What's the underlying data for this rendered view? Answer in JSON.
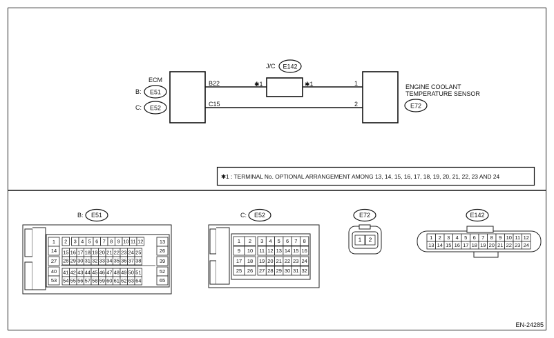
{
  "diagram": {
    "ecm": {
      "title": "ECM",
      "conn_b_prefix": "B:",
      "conn_b_id": "E51",
      "conn_c_prefix": "C:",
      "conn_c_id": "E52",
      "pin_top": "B22",
      "pin_bottom": "C15"
    },
    "jc": {
      "title": "J/C",
      "conn_id": "E142",
      "left_mark": "✱1",
      "right_mark": "✱1"
    },
    "sensor": {
      "title_line1": "ENGINE COOLANT",
      "title_line2": "TEMPERATURE SENSOR",
      "conn_id": "E72",
      "pin_top": "1",
      "pin_bottom": "2"
    },
    "note": "✱1 : TERMINAL No. OPTIONAL ARRANGEMENT AMONG 13, 14, 15, 16, 17, 18, 19, 20, 21, 22, 23 AND 24",
    "code": "EN-24285"
  },
  "connectors": {
    "e51": {
      "prefix": "B:",
      "id": "E51",
      "left": [
        "1",
        "14",
        "27",
        "40",
        "53"
      ],
      "right": [
        "13",
        "26",
        "39",
        "52",
        "65"
      ],
      "row1": [
        "2",
        "3",
        "4",
        "5",
        "6",
        "7",
        "8",
        "9",
        "10",
        "11",
        "12"
      ],
      "row2": [
        "15",
        "16",
        "17",
        "18",
        "19",
        "20",
        "21",
        "22",
        "23",
        "24",
        "25"
      ],
      "row3": [
        "28",
        "29",
        "30",
        "31",
        "32",
        "33",
        "34",
        "35",
        "36",
        "37",
        "38"
      ],
      "row4": [
        "41",
        "42",
        "43",
        "44",
        "45",
        "46",
        "47",
        "48",
        "49",
        "50",
        "51"
      ],
      "row5": [
        "54",
        "55",
        "56",
        "57",
        "58",
        "59",
        "60",
        "61",
        "62",
        "63",
        "64"
      ]
    },
    "e52": {
      "prefix": "C:",
      "id": "E52",
      "left": [
        [
          "1",
          "2"
        ],
        [
          "9",
          "10"
        ],
        [
          "17",
          "18"
        ],
        [
          "25",
          "26"
        ]
      ],
      "right": [
        [
          "3",
          "4",
          "5",
          "6",
          "7",
          "8"
        ],
        [
          "11",
          "12",
          "13",
          "14",
          "15",
          "16"
        ],
        [
          "19",
          "20",
          "21",
          "22",
          "23",
          "24"
        ],
        [
          "27",
          "28",
          "29",
          "30",
          "31",
          "32"
        ]
      ]
    },
    "e72": {
      "id": "E72",
      "pins": [
        "1",
        "2"
      ]
    },
    "e142": {
      "id": "E142",
      "row1": [
        "1",
        "2",
        "3",
        "4",
        "5",
        "6",
        "7",
        "8",
        "9",
        "10",
        "11",
        "12"
      ],
      "row2": [
        "13",
        "14",
        "15",
        "16",
        "17",
        "18",
        "19",
        "20",
        "21",
        "22",
        "23",
        "24"
      ]
    }
  }
}
